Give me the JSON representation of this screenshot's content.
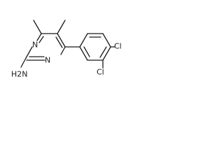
{
  "molecule": {
    "atoms": {
      "ring_n_top": "N",
      "ring_n_bottom": "N",
      "amine": "H2N",
      "chloro_upper": "Cl",
      "chloro_lower": "Cl"
    }
  },
  "colors": {
    "ink": "#1a1a1a",
    "background": "#ffffff"
  }
}
